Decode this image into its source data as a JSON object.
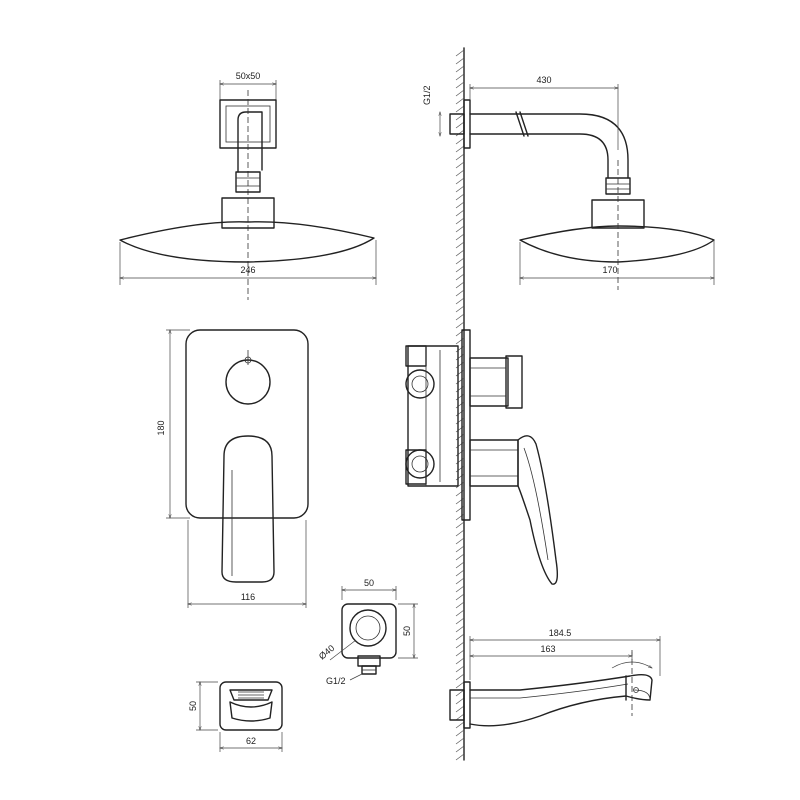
{
  "dimensions": {
    "mount_square": "50x50",
    "head_diameter": "246",
    "thread_arm": "G1/2",
    "arm_length": "430",
    "head_height": "170",
    "plate_height": "180",
    "plate_width": "116",
    "outlet_width": "50",
    "outlet_height": "50",
    "outlet_diameter": "Ø40",
    "thread_outlet": "G1/2",
    "holder_height": "50",
    "holder_width": "62",
    "spout_total": "184.5",
    "spout_reach": "163"
  }
}
